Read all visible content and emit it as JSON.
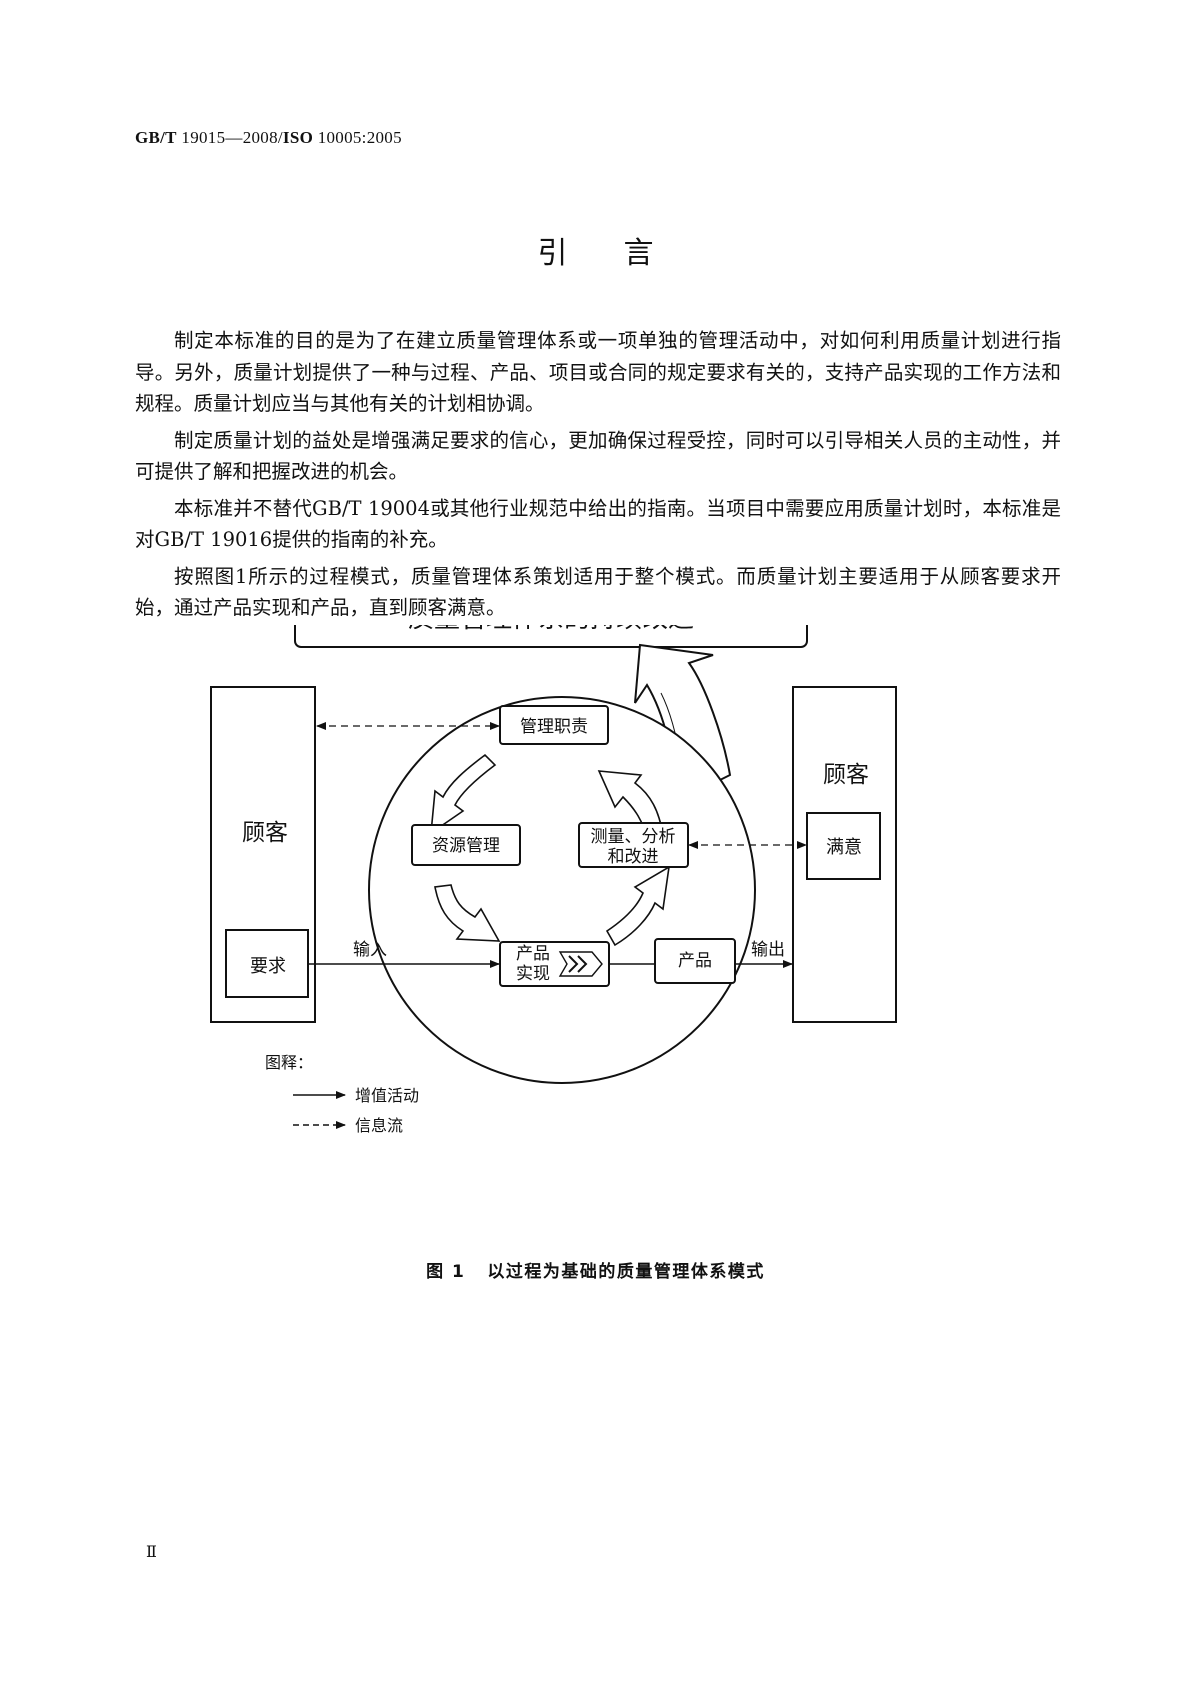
{
  "header": {
    "standard_prefix": "GB/T",
    "standard_code": "19015—2008/",
    "iso_prefix": "ISO",
    "iso_code": "10005:2005"
  },
  "title": "引言",
  "paragraphs": [
    "制定本标准的目的是为了在建立质量管理体系或一项单独的管理活动中，对如何利用质量计划进行指导。另外，质量计划提供了一种与过程、产品、项目或合同的规定要求有关的，支持产品实现的工作方法和规程。质量计划应当与其他有关的计划相协调。",
    "制定质量计划的益处是增强满足要求的信心，更加确保过程受控，同时可以引导相关人员的主动性，并可提供了解和把握改进的机会。",
    "本标准并不替代GB/T 19004或其他行业规范中给出的指南。当项目中需要应用质量计划时，本标准是对GB/T 19016提供的指南的补充。",
    "按照图1所示的过程模式，质量管理体系策划适用于整个模式。而质量计划主要适用于从顾客要求开始，通过产品实现和产品，直到顾客满意。"
  ],
  "diagram": {
    "top_banner": "质量管理体系的持续改进",
    "left_customer": "顾客",
    "requirements": "要求",
    "input": "输入",
    "management_responsibility": "管理职责",
    "resource_management": "资源管理",
    "measurement_line1": "测量、分析",
    "measurement_line2": "和改进",
    "product_realization_line1": "产品",
    "product_realization_line2": "实现",
    "product": "产品",
    "output": "输出",
    "right_customer": "顾客",
    "satisfaction": "满意",
    "legend_title": "图释：",
    "legend_value_added": "增值活动",
    "legend_info_flow": "信息流"
  },
  "caption": {
    "number": "图 1",
    "text": "以过程为基础的质量管理体系模式"
  },
  "page_number": "Ⅱ"
}
